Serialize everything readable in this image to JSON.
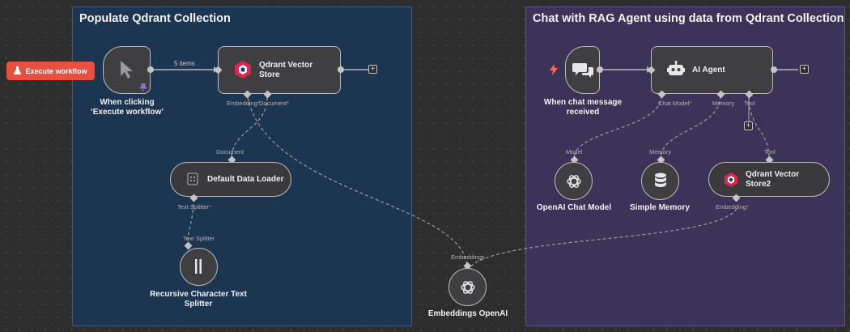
{
  "execute_button": {
    "label": "Execute workflow",
    "icon": "flask-icon",
    "color": "#e8513f"
  },
  "groups": {
    "populate": {
      "title": "Populate Qdrant Collection",
      "color": "#1c3550"
    },
    "chat": {
      "title": "Chat with RAG Agent using data from Qdrant Collection",
      "color": "#3b3358"
    }
  },
  "nodes": {
    "manual_trigger": {
      "label": "When clicking ‘Execute workflow’",
      "icon": "cursor-icon"
    },
    "qdrant_store": {
      "label": "Qdrant Vector Store",
      "icon": "qdrant-icon",
      "ports": {
        "embedding": "Embedding",
        "document": "Document"
      }
    },
    "data_loader": {
      "label": "Default Data Loader",
      "icon": "document-icon",
      "port_top": "Document",
      "port_bottom": "Text Splitter"
    },
    "text_splitter": {
      "label": "Recursive Character Text Splitter",
      "icon": "splitter-icon",
      "port_top": "Text Splitter"
    },
    "embeddings": {
      "label": "Embeddings OpenAI",
      "icon": "openai-icon",
      "port_top": "Embeddings"
    },
    "chat_trigger": {
      "label": "When chat message received",
      "icon": "chat-icon"
    },
    "ai_agent": {
      "label": "AI Agent",
      "icon": "robot-icon",
      "ports": {
        "chat_model": "Chat Model",
        "memory": "Memory",
        "tool": "Tool"
      }
    },
    "openai_chat": {
      "label": "OpenAI Chat Model",
      "icon": "openai-icon",
      "port_top": "Model"
    },
    "simple_memory": {
      "label": "Simple Memory",
      "icon": "database-icon",
      "port_top": "Memory"
    },
    "qdrant_store2": {
      "label": "Qdrant Vector Store2",
      "icon": "qdrant-icon",
      "port_top": "Tool",
      "port_bottom": "Embedding"
    }
  },
  "edges": {
    "items_label": "5 items"
  },
  "plus_symbol": "+",
  "required_mark": "*"
}
